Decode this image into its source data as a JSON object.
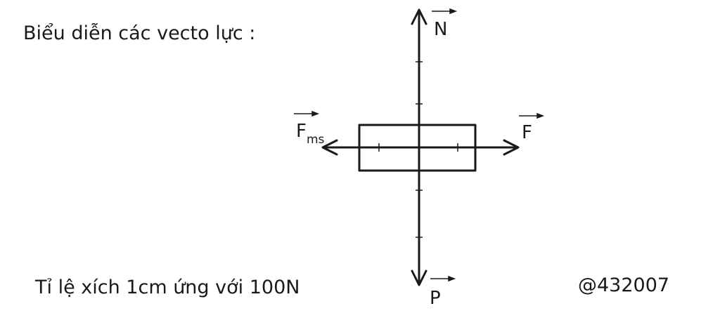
{
  "title": "Biểu diễn các vecto lực :",
  "scale_note": "Tỉ lệ xích 1cm ứng với 100N",
  "credit": "@432007",
  "forces": {
    "normal": "N",
    "weight": "P",
    "applied": "F",
    "friction_main": "F",
    "friction_sub": "ms"
  },
  "colors": {
    "ink": "#1a1a1a",
    "background": "#ffffff"
  }
}
